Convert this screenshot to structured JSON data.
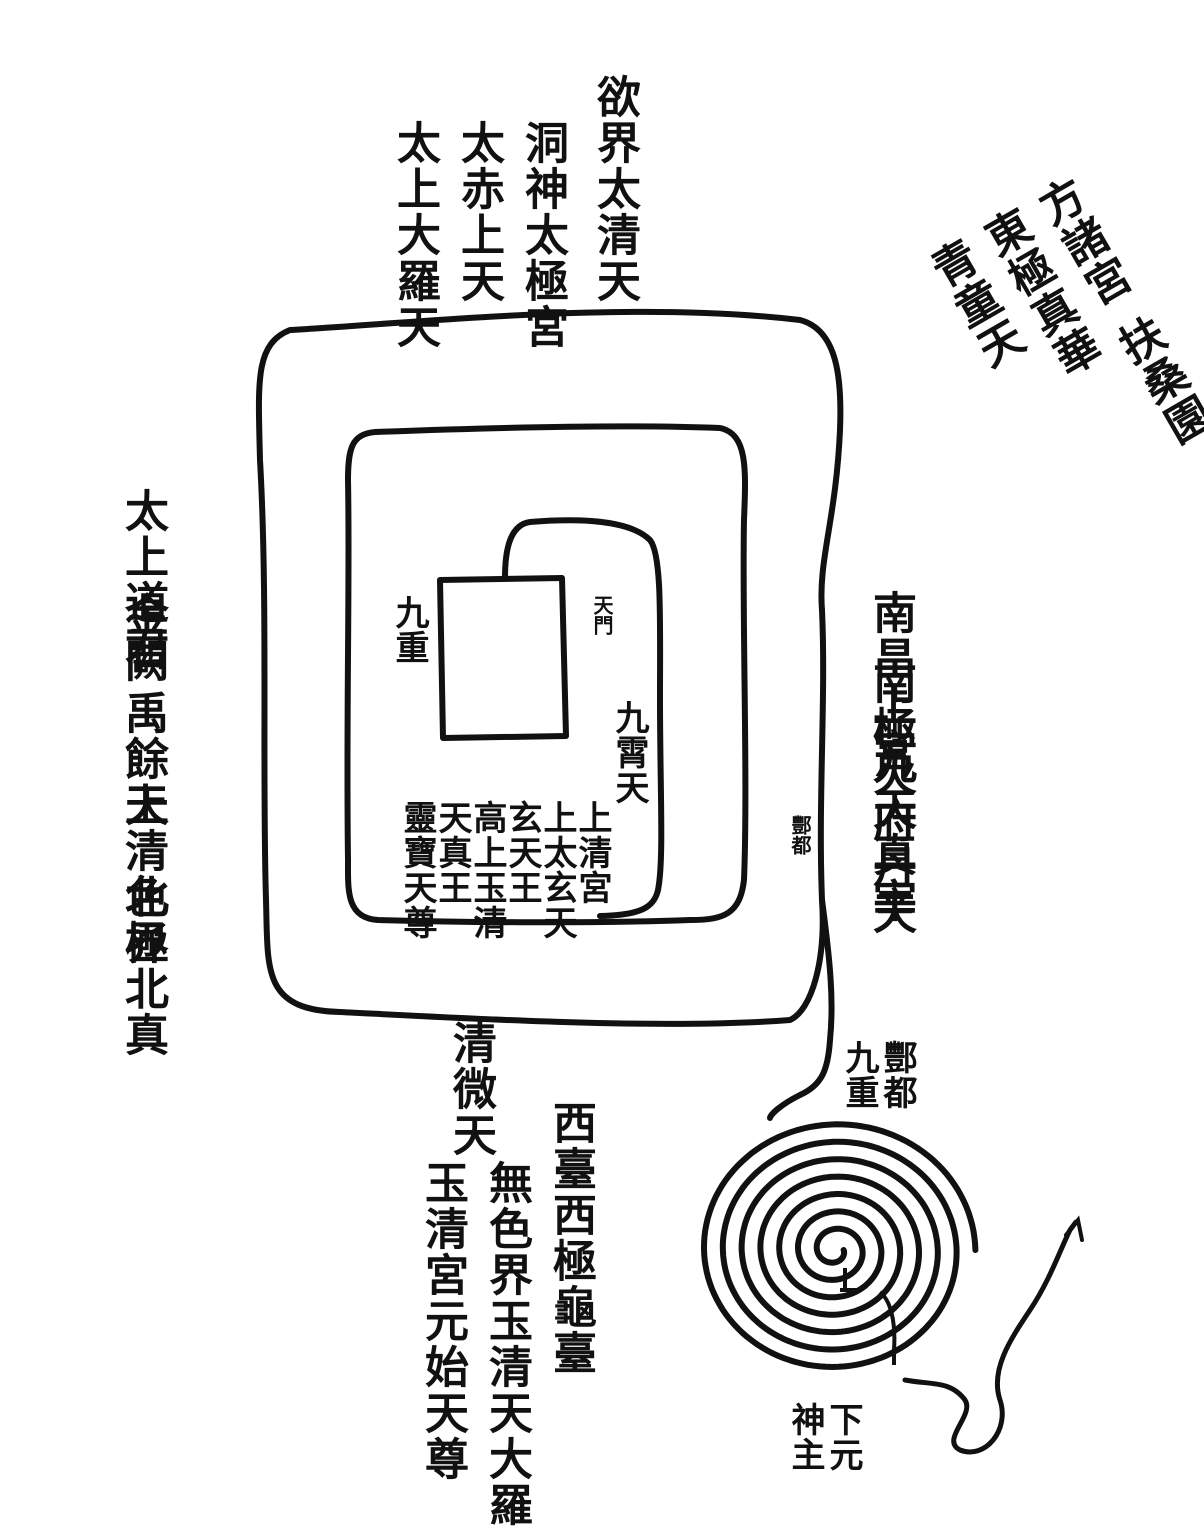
{
  "top_columns": [
    "太上大羅天",
    "太赤上天",
    "洞神太極宮",
    "欲界太清天"
  ],
  "top_right_block": [
    "方諸宮",
    "東極真華",
    "青童天",
    "扶桑園"
  ],
  "left_labels": [
    "太上道君",
    "金闕",
    "禹餘天",
    "上清色界",
    "北極北真"
  ],
  "right_labels": [
    "南昌上宮",
    "南極火府丹天",
    "九天真宰"
  ],
  "inner_box_left": "九重",
  "tianmen": "天門",
  "jiuxiao": "九霄天",
  "inner_rect_text": [
    "上清宮",
    "上太玄天",
    "玄天王",
    "高上玉清",
    "天真王",
    "靈寶天尊"
  ],
  "path_label": "酆都",
  "bottom_text": {
    "qingwei": "清微天",
    "xitai": "西臺西極龜臺",
    "wuse": "無色界玉清天大羅",
    "yuqing": "玉清宮元始天尊"
  },
  "spiral_labels": {
    "jiuchong": "九重",
    "fengdu": "酆都",
    "xiayuan": "下元",
    "shenzhu": "神主"
  },
  "colors": {
    "ink": "#111111",
    "paper": "#ffffff"
  }
}
